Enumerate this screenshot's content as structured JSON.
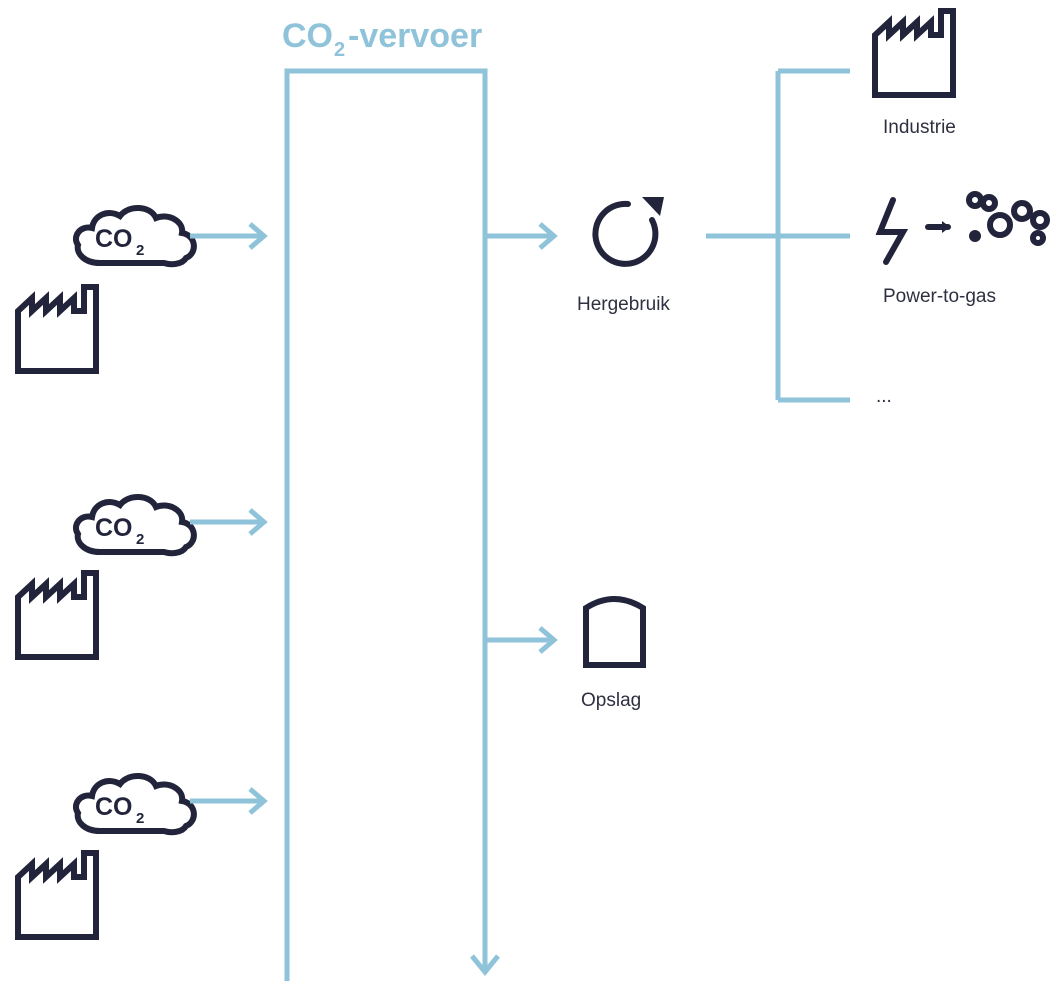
{
  "title": {
    "prefix": "CO",
    "subscript": "2",
    "suffix": "-vervoer"
  },
  "sources": [
    {
      "main": "CO",
      "sub": "2",
      "icon": "factory-icon",
      "cloud_icon": "co2-cloud-icon"
    },
    {
      "main": "CO",
      "sub": "2",
      "icon": "factory-icon",
      "cloud_icon": "co2-cloud-icon"
    },
    {
      "main": "CO",
      "sub": "2",
      "icon": "factory-icon",
      "cloud_icon": "co2-cloud-icon"
    }
  ],
  "destinations": {
    "reuse": {
      "label": "Hergebruik",
      "icon": "recycle-arrow-icon"
    },
    "storage": {
      "label": "Opslag",
      "icon": "storage-tank-icon"
    }
  },
  "applications": [
    {
      "label": "Industrie",
      "icon": "factory-icon"
    },
    {
      "label": "Power-to-gas",
      "icon": "lightning-to-gas-icon"
    },
    {
      "label": "..."
    }
  ],
  "colors": {
    "pipe": "#8fc3da",
    "title": "#8fc3da",
    "icon": "#22243b",
    "text": "#2e3040"
  }
}
